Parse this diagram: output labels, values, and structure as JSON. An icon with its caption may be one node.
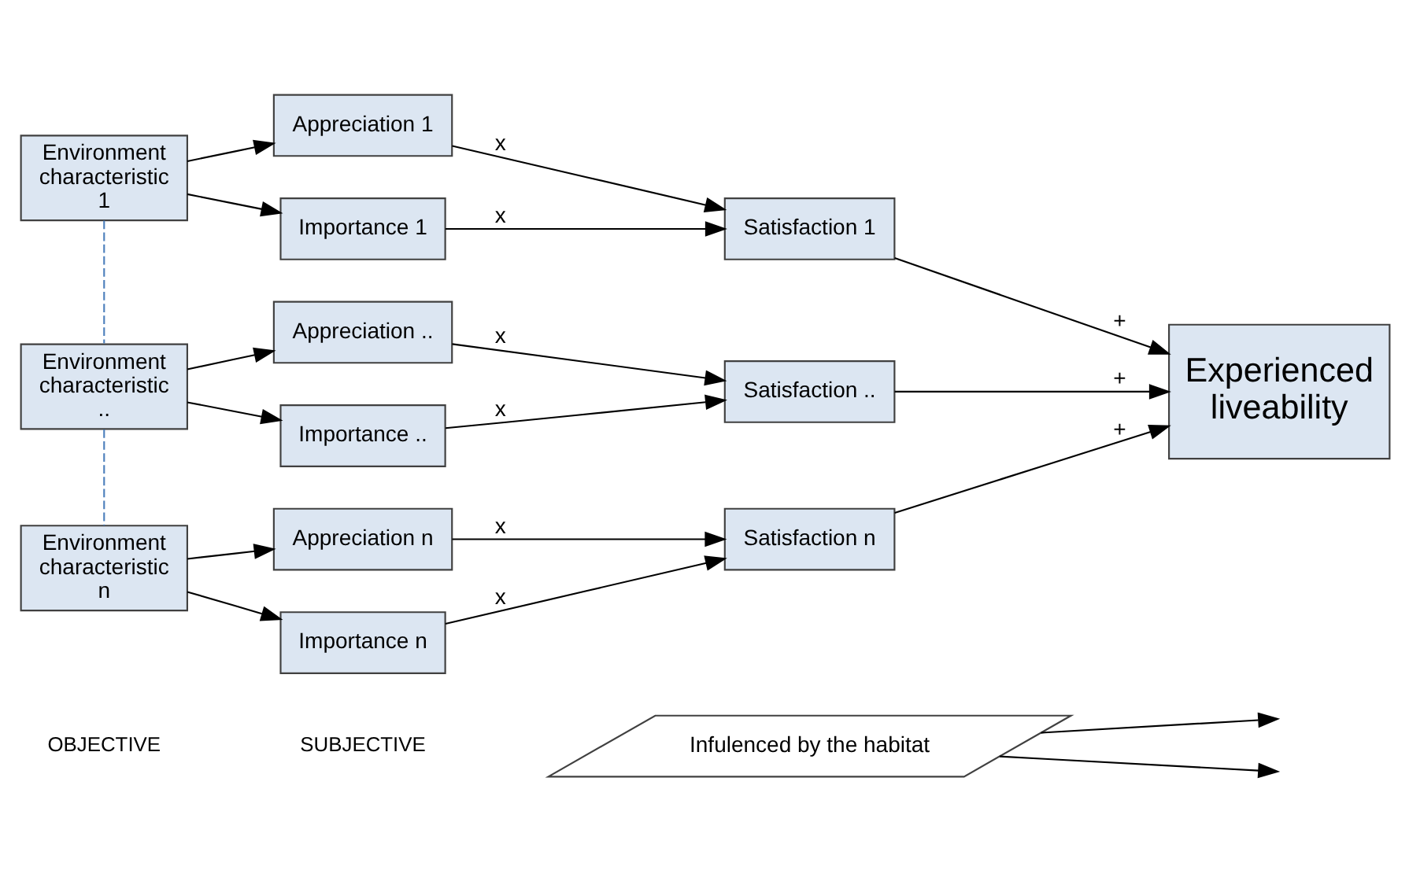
{
  "diagram": {
    "nodes": [
      {
        "text": [
          "Infulenced by the habitat"
        ]
      },
      {
        "text": [
          "Environment characteristic 1"
        ]
      },
      {
        "text": [
          "Environment characteristic .."
        ]
      },
      {
        "text": [
          "Environment characteristic n"
        ]
      },
      {
        "text": [
          "Appreciation 1"
        ]
      },
      {
        "text": [
          "Importance 1"
        ]
      },
      {
        "text": [
          "Satisfaction 1"
        ]
      },
      {
        "text": [
          "Appreciation .."
        ]
      },
      {
        "text": [
          "Importance .."
        ]
      },
      {
        "text": [
          "Satisfaction .."
        ]
      },
      {
        "text": [
          "Appreciation n"
        ]
      },
      {
        "text": [
          "Importance n"
        ]
      },
      {
        "text": [
          "Satisfaction n"
        ]
      },
      {
        "text": [
          "Experienced liveability"
        ]
      }
    ],
    "edges": [
      {
        "from": 0,
        "to": null,
        "arrow": "to"
      },
      {
        "from": 0,
        "to": null,
        "arrow": "to"
      },
      {
        "from": 1,
        "to": 4,
        "arrow": "to"
      },
      {
        "from": 1,
        "to": 5,
        "arrow": "to"
      },
      {
        "from": 4,
        "to": 6,
        "arrow": "to",
        "label": "x"
      },
      {
        "from": 5,
        "to": 6,
        "arrow": "to",
        "label": "x"
      },
      {
        "from": 2,
        "to": 7,
        "arrow": "to"
      },
      {
        "from": 2,
        "to": 8,
        "arrow": "to"
      },
      {
        "from": 7,
        "to": 9,
        "arrow": "to",
        "label": "x"
      },
      {
        "from": 8,
        "to": 9,
        "arrow": "to",
        "label": "x"
      },
      {
        "from": 3,
        "to": 10,
        "arrow": "to"
      },
      {
        "from": 3,
        "to": 11,
        "arrow": "to"
      },
      {
        "from": 10,
        "to": 12,
        "arrow": "to",
        "label": "x"
      },
      {
        "from": 11,
        "to": 12,
        "arrow": "to",
        "label": "x"
      },
      {
        "from": 6,
        "to": 13,
        "arrow": "to",
        "label": "+"
      },
      {
        "from": 9,
        "to": 13,
        "arrow": "to",
        "label": "+"
      },
      {
        "from": 12,
        "to": 13,
        "arrow": "to",
        "label": "+"
      },
      {
        "from": 1,
        "to": 2,
        "arrow": "none",
        "style": "dashed",
        "color": "#4f81bd"
      },
      {
        "from": 2,
        "to": 3,
        "arrow": "none",
        "style": "dashed",
        "color": "#4f81bd"
      }
    ],
    "labels": [
      "OBJECTIVE",
      "SUBJECTIVE"
    ]
  }
}
